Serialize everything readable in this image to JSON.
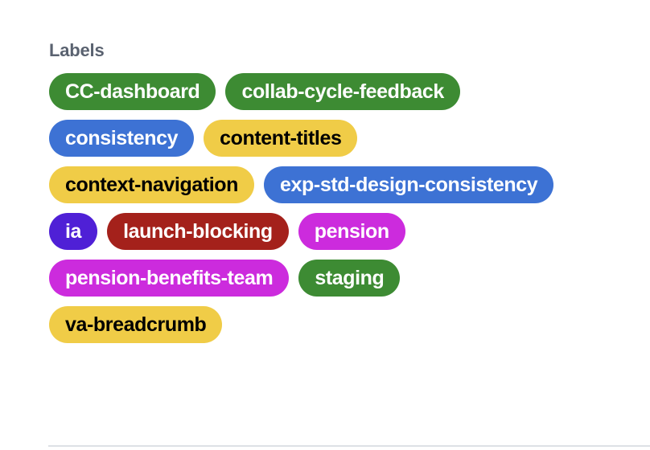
{
  "panel": {
    "heading": "Labels",
    "heading_color": "#5a6270",
    "background_color": "#ffffff",
    "divider_color": "#dde1e6"
  },
  "labels": [
    {
      "name": "CC-dashboard",
      "color": "#3d8b33",
      "text_color": "#ffffff"
    },
    {
      "name": "collab-cycle-feedback",
      "color": "#3d8b33",
      "text_color": "#ffffff"
    },
    {
      "name": "consistency",
      "color": "#3d72d4",
      "text_color": "#ffffff"
    },
    {
      "name": "content-titles",
      "color": "#f0cc47",
      "text_color": "#000000"
    },
    {
      "name": "context-navigation",
      "color": "#f0cc47",
      "text_color": "#000000"
    },
    {
      "name": "exp-std-design-consistency",
      "color": "#3d72d4",
      "text_color": "#ffffff"
    },
    {
      "name": "ia",
      "color": "#4f20d6",
      "text_color": "#ffffff"
    },
    {
      "name": "launch-blocking",
      "color": "#a4211b",
      "text_color": "#ffffff"
    },
    {
      "name": "pension",
      "color": "#cc2bdd",
      "text_color": "#ffffff"
    },
    {
      "name": "pension-benefits-team",
      "color": "#cc2bdd",
      "text_color": "#ffffff"
    },
    {
      "name": "staging",
      "color": "#3d8b33",
      "text_color": "#ffffff"
    },
    {
      "name": "va-breadcrumb",
      "color": "#f0cc47",
      "text_color": "#000000"
    }
  ]
}
